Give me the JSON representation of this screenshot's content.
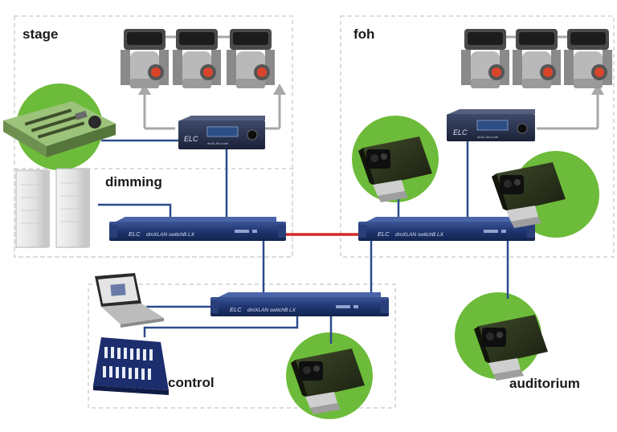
{
  "zones": {
    "stage": "stage",
    "foh": "foh",
    "dimming": "dimming",
    "control": "control",
    "auditorium": "auditorium"
  },
  "devices": {
    "brand": "ELC",
    "switch_model": "dmXLAN switchB LX",
    "node_caption": "dmXLAN node"
  },
  "colors": {
    "network_cable": "#2c4a8c",
    "link_cable": "#d62828",
    "dmx_arrow": "#a8a8a8",
    "zone_border": "#b8b8b8",
    "highlight_circle": "#6dbb3a",
    "device_body": "#1e3168"
  },
  "icons": [
    "moving-head-light-icon",
    "lighting-console-icon",
    "dimmer-rack-icon",
    "projector-icon",
    "laptop-icon",
    "fader-console-icon",
    "network-switch-icon",
    "dmx-node-icon"
  ]
}
